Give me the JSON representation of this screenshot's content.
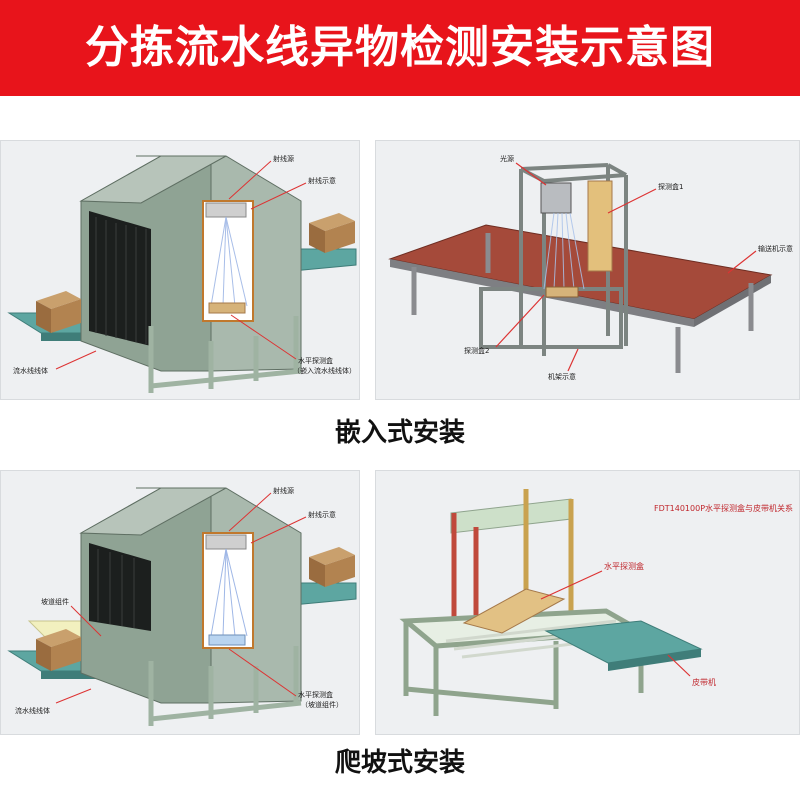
{
  "banner": {
    "title": "分拣流水线异物检测安装示意图",
    "bg_color": "#e8141b",
    "text_color": "#ffffff"
  },
  "sections": [
    {
      "caption": "嵌入式安装"
    },
    {
      "caption": "爬坡式安装"
    }
  ],
  "panels": {
    "top_left": {
      "labels": {
        "ray_source": "射线源",
        "ray_hint": "射线示意",
        "conveyor": "流水线线体",
        "horizontal_box": "水平探测盒",
        "horizontal_box_note": "（嵌入流水线线体）"
      }
    },
    "top_right": {
      "labels": {
        "light_source": "光源",
        "detector1": "探测盒1",
        "conveyor_hint": "输送机示意",
        "detector2": "探测盒2",
        "frame_hint": "机架示意"
      }
    },
    "bottom_left": {
      "labels": {
        "ray_source": "射线源",
        "ray_hint": "射线示意",
        "ramp": "坡道组件",
        "conveyor": "流水线线体",
        "horizontal_box": "水平探测盒",
        "horizontal_box_note": "（坡道组件）"
      }
    },
    "bottom_right": {
      "labels": {
        "title": "FDT140100P水平探测盒与皮带机关系",
        "horizontal_box": "水平探测盒",
        "belt": "皮带机"
      }
    }
  },
  "colors": {
    "machine_body": "#8fa394",
    "conveyor_teal": "#4f9a96",
    "box_brown": "#a5794a",
    "belt_red": "#a54a3a",
    "frame_green": "#cde0c9",
    "ramp_yellow": "#f2f0bf"
  }
}
